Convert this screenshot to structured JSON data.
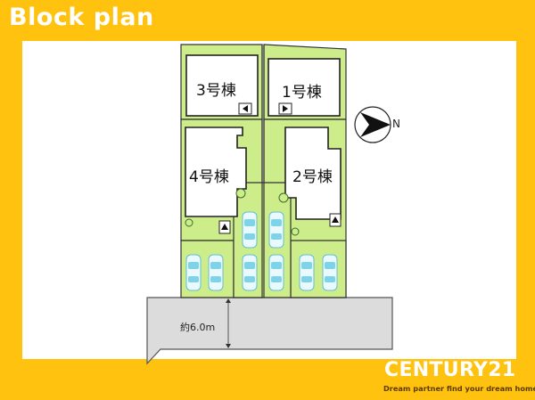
{
  "header": {
    "title": "Block plan"
  },
  "lots": [
    {
      "id": "lot-3",
      "label": "3号棟"
    },
    {
      "id": "lot-1",
      "label": "1号棟"
    },
    {
      "id": "lot-4",
      "label": "4号棟"
    },
    {
      "id": "lot-2",
      "label": "2号棟"
    }
  ],
  "road": {
    "width_label": "約6.0m"
  },
  "compass": {
    "letter": "N"
  },
  "brand": {
    "name": "CENTURY21",
    "tagline": "Dream partner find your dream home."
  },
  "colors": {
    "frame": "#ffc20e",
    "lot_green": "#cdec8a",
    "road_gray": "#dcdcdc",
    "car_blue": "#7fd3e8"
  }
}
